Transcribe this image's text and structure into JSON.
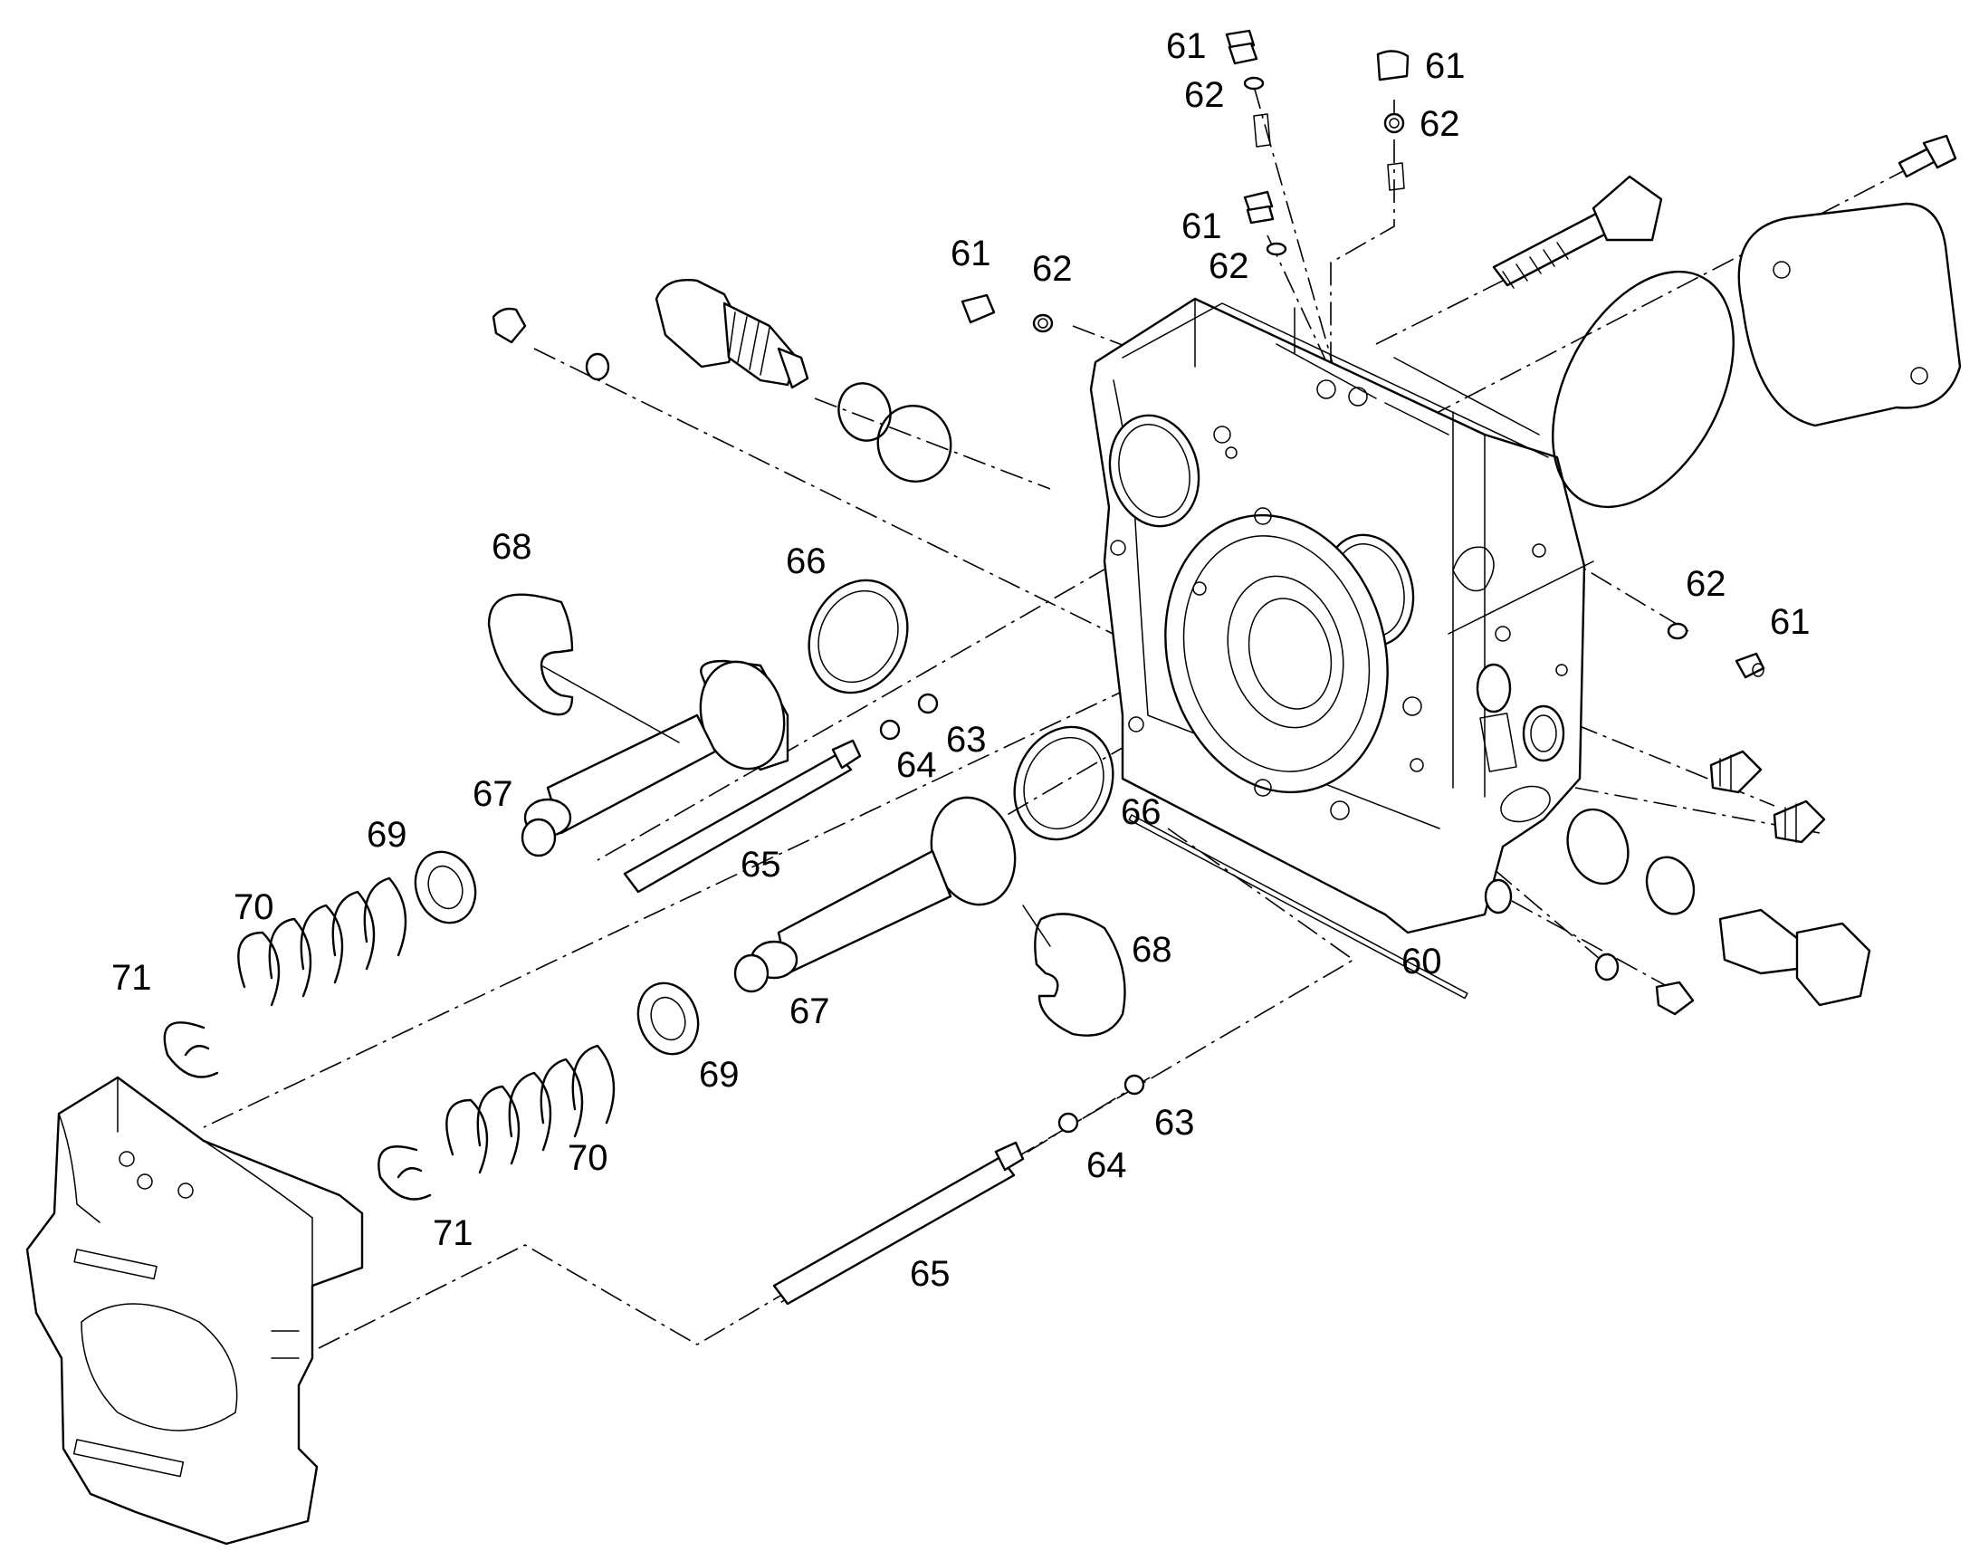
{
  "callouts": [
    {
      "id": "c61a",
      "text": "61"
    },
    {
      "id": "c62a",
      "text": "62"
    },
    {
      "id": "c61b",
      "text": "61"
    },
    {
      "id": "c62b",
      "text": "62"
    },
    {
      "id": "c61c",
      "text": "61"
    },
    {
      "id": "c62c",
      "text": "62"
    },
    {
      "id": "c61d",
      "text": "61"
    },
    {
      "id": "c62d",
      "text": "62"
    },
    {
      "id": "c62e",
      "text": "62"
    },
    {
      "id": "c61e",
      "text": "61"
    },
    {
      "id": "c68a",
      "text": "68"
    },
    {
      "id": "c66a",
      "text": "66"
    },
    {
      "id": "c63a",
      "text": "63"
    },
    {
      "id": "c64a",
      "text": "64"
    },
    {
      "id": "c67a",
      "text": "67"
    },
    {
      "id": "c69a",
      "text": "69"
    },
    {
      "id": "c65a",
      "text": "65"
    },
    {
      "id": "c70a",
      "text": "70"
    },
    {
      "id": "c71a",
      "text": "71"
    },
    {
      "id": "c66b",
      "text": "66"
    },
    {
      "id": "c68b",
      "text": "68"
    },
    {
      "id": "c60",
      "text": "60"
    },
    {
      "id": "c67b",
      "text": "67"
    },
    {
      "id": "c69b",
      "text": "69"
    },
    {
      "id": "c70b",
      "text": "70"
    },
    {
      "id": "c71b",
      "text": "71"
    },
    {
      "id": "c63b",
      "text": "63"
    },
    {
      "id": "c64b",
      "text": "64"
    },
    {
      "id": "c65b",
      "text": "65"
    }
  ]
}
